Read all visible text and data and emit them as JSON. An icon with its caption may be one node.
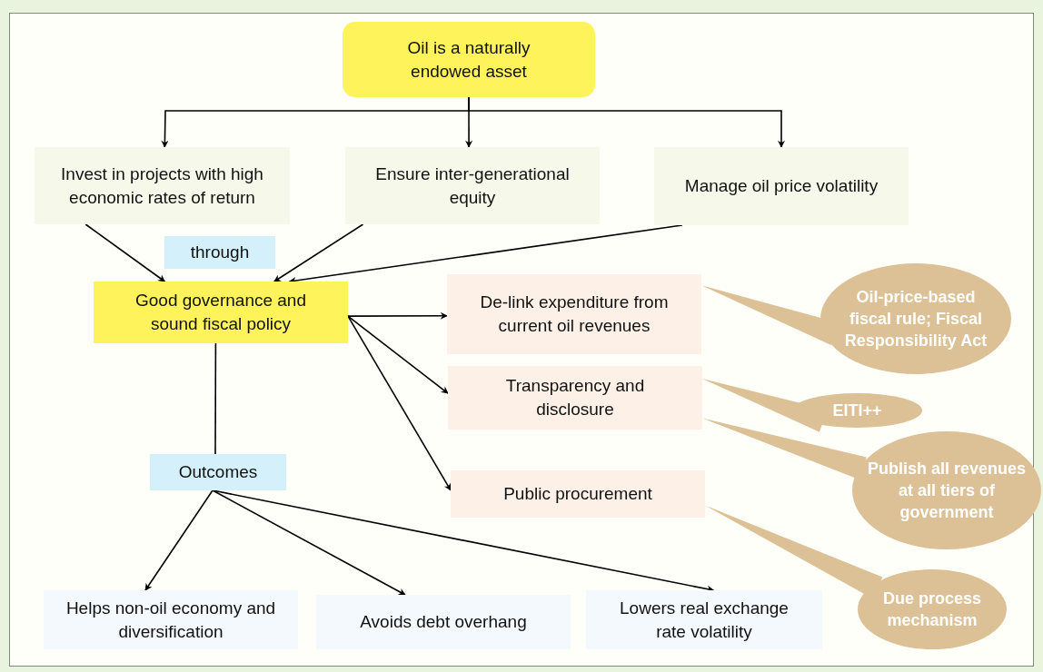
{
  "diagram": {
    "nodes": [
      {
        "text": [
          "Oil is a naturally endowed asset"
        ]
      },
      {
        "text": [
          "Invest in projects with high economic rates of return"
        ]
      },
      {
        "text": [
          "Ensure inter-generational equity"
        ]
      },
      {
        "text": [
          "Manage oil price volatility"
        ]
      },
      {
        "text": [
          "through"
        ]
      },
      {
        "text": [
          "Good governance and sound fiscal policy"
        ]
      },
      {
        "text": [
          "De-link expenditure from current oil revenues"
        ]
      },
      {
        "text": [
          "Transparency and disclosure"
        ]
      },
      {
        "text": [
          "Public procurement"
        ]
      },
      {
        "text": [
          "Outcomes"
        ]
      },
      {
        "text": [
          "Helps non-oil economy and diversification"
        ]
      },
      {
        "text": [
          "Avoids debt overhang"
        ]
      },
      {
        "text": [
          "Lowers real exchange rate volatility"
        ]
      },
      {
        "text": [
          "Oil-price-based fiscal rule; Fiscal Responsibility Act"
        ]
      },
      {
        "text": [
          "EITI++"
        ]
      },
      {
        "text": [
          "Publish all revenues at all tiers of government"
        ]
      },
      {
        "text": [
          "Due process mechanism"
        ]
      }
    ],
    "edges": [
      {
        "from": 0,
        "to": 1,
        "arrow": "to"
      },
      {
        "from": 0,
        "to": 2,
        "arrow": "to"
      },
      {
        "from": 0,
        "to": 3,
        "arrow": "to"
      },
      {
        "from": 1,
        "to": 5,
        "arrow": "to"
      },
      {
        "from": 2,
        "to": 5,
        "arrow": "to"
      },
      {
        "from": 3,
        "to": 5,
        "arrow": "to"
      },
      {
        "from": 5,
        "to": 6,
        "arrow": "to"
      },
      {
        "from": 5,
        "to": 7,
        "arrow": "to"
      },
      {
        "from": 5,
        "to": 8,
        "arrow": "to"
      },
      {
        "from": 5,
        "to": 9,
        "arrow": "none"
      },
      {
        "from": 9,
        "to": 10,
        "arrow": "to"
      },
      {
        "from": 9,
        "to": 11,
        "arrow": "to"
      },
      {
        "from": 9,
        "to": 12,
        "arrow": "to"
      },
      {
        "from": 13,
        "to": 6,
        "arrow": "none",
        "style": "thick",
        "color": "#dcc196"
      },
      {
        "from": 14,
        "to": 7,
        "arrow": "none",
        "style": "thick",
        "color": "#dcc196"
      },
      {
        "from": 15,
        "to": 7,
        "arrow": "none",
        "style": "thick",
        "color": "#dcc196"
      },
      {
        "from": 16,
        "to": 8,
        "arrow": "none",
        "style": "thick",
        "color": "#dcc196"
      }
    ]
  }
}
